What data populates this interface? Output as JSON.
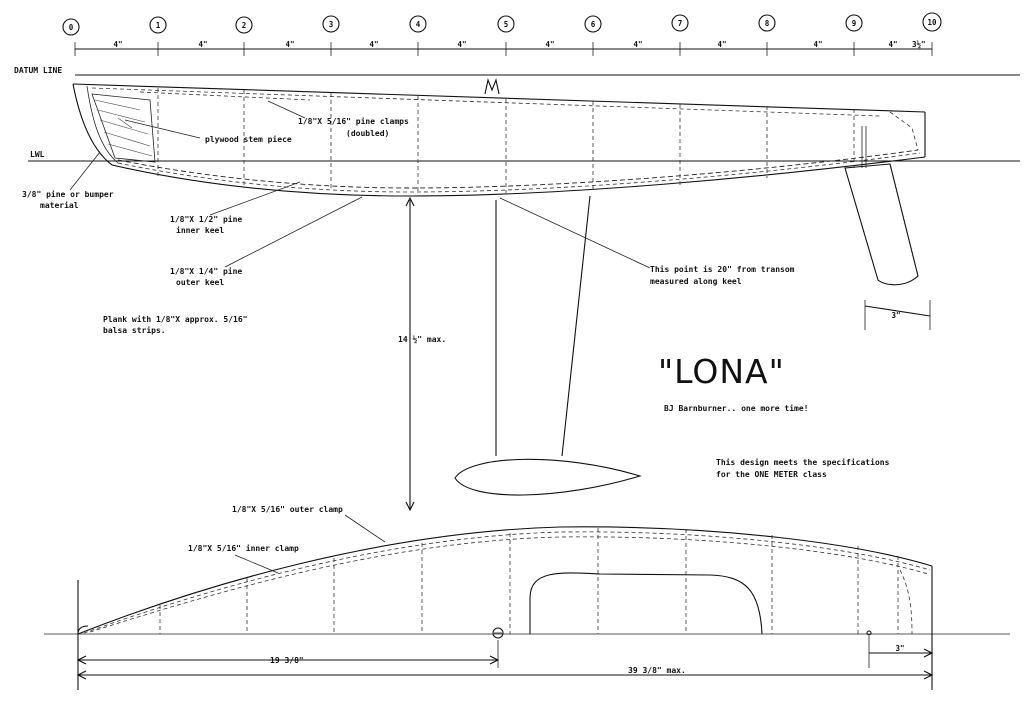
{
  "stations": [
    "0",
    "1",
    "2",
    "3",
    "4",
    "5",
    "6",
    "7",
    "8",
    "9",
    "10"
  ],
  "spacing_labels": [
    "4\"",
    "4\"",
    "4\"",
    "4\"",
    "4\"",
    "4\"",
    "4\"",
    "4\"",
    "4\"",
    "4\""
  ],
  "last_spacing_label": "3½\"",
  "labels": {
    "datum_line": "DATUM LINE",
    "lwl": "LWL",
    "plywood_stem": "plywood stem piece",
    "pine_clamps": "1/8\"X 5/16\" pine clamps",
    "pine_clamps_note": "(doubled)",
    "bumper_1": "3/8\" pine or bumper",
    "bumper_2": "material",
    "inner_keel_1": "1/8\"X 1/2\" pine",
    "inner_keel_2": "inner keel",
    "outer_keel_1": "1/8\"X 1/4\" pine",
    "outer_keel_2": "outer keel",
    "point_note_1": "This point is 20\" from transom",
    "point_note_2": "measured along keel",
    "plank_1": "Plank with 1/8\"X approx. 5/16\"",
    "plank_2": "balsa strips.",
    "depth": "14 ½\" max.",
    "rudder_width": "3\"",
    "outer_clamp": "1/8\"X 5/16\"  outer clamp",
    "inner_clamp": "1/8\"X 5/16\" inner clamp",
    "half_length": "19 3/8\"",
    "total_length": "39 3/8\" max.",
    "stern_width": "3\"",
    "spec_1": "This design meets the specifications",
    "spec_2": "for the          ONE METER class"
  },
  "title": "\"LONA\"",
  "subtitle": "BJ Barnburner.. one more time!"
}
